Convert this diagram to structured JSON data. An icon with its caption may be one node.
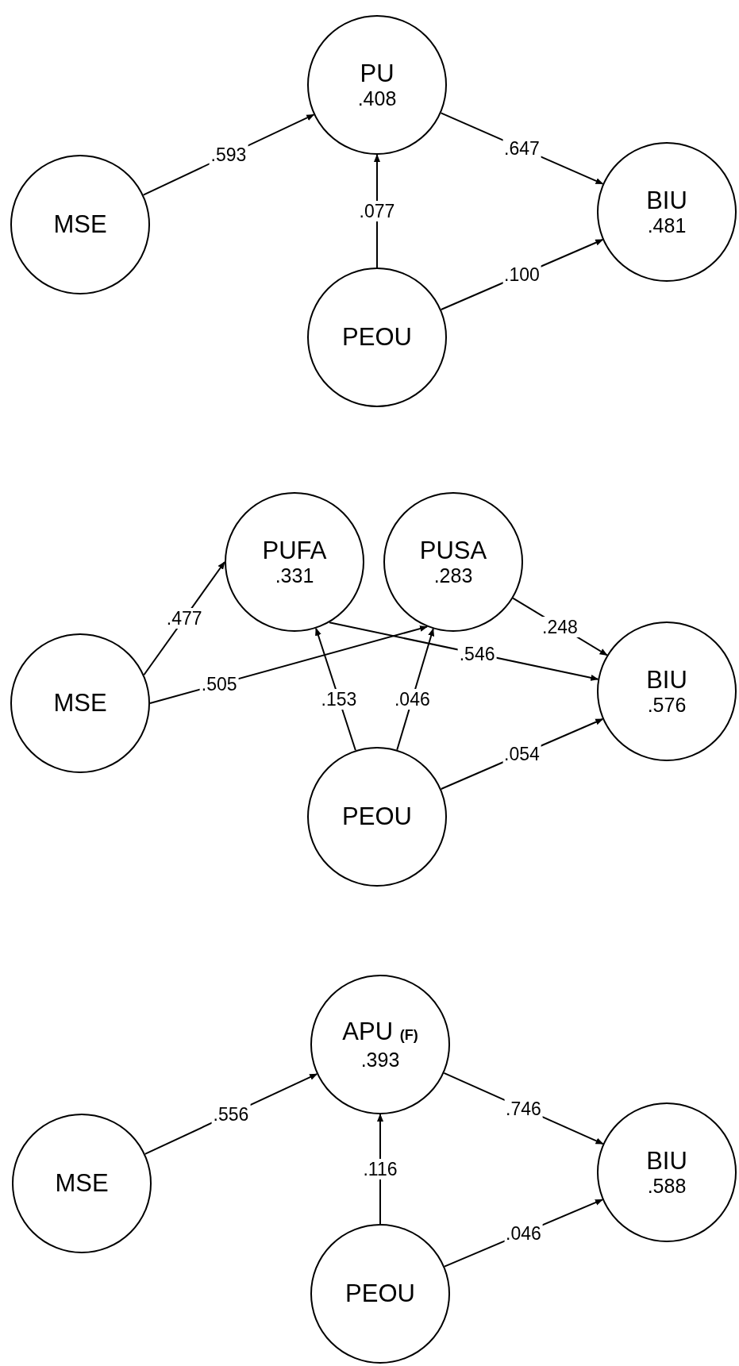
{
  "diagram": {
    "nodes": [
      {
        "text": [
          "PU",
          ".408"
        ]
      },
      {
        "text": [
          "MSE"
        ]
      },
      {
        "text": [
          "BIU",
          ".481"
        ]
      },
      {
        "text": [
          "PEOU"
        ]
      },
      {
        "text": [
          "PUFA",
          ".331"
        ]
      },
      {
        "text": [
          "PUSA",
          ".283"
        ]
      },
      {
        "text": [
          "MSE"
        ]
      },
      {
        "text": [
          "BIU",
          ".576"
        ]
      },
      {
        "text": [
          "PEOU"
        ]
      },
      {
        "text": [
          "APU **(F)**",
          ".393"
        ]
      },
      {
        "text": [
          "MSE"
        ]
      },
      {
        "text": [
          "BIU",
          ".588"
        ]
      },
      {
        "text": [
          "PEOU"
        ]
      }
    ],
    "edges": [
      {
        "from": 1,
        "to": 0,
        "arrow": "to",
        "label": ".593"
      },
      {
        "from": 3,
        "to": 0,
        "arrow": "to",
        "label": ".077"
      },
      {
        "from": 0,
        "to": 2,
        "arrow": "to",
        "label": ".647"
      },
      {
        "from": 3,
        "to": 2,
        "arrow": "to",
        "label": ".100"
      },
      {
        "from": 6,
        "to": 4,
        "arrow": "to",
        "label": ".477"
      },
      {
        "from": 6,
        "to": 5,
        "arrow": "to",
        "label": ".505"
      },
      {
        "from": 4,
        "to": 7,
        "arrow": "to",
        "label": ".546"
      },
      {
        "from": 8,
        "to": 4,
        "arrow": "to",
        "label": ".153"
      },
      {
        "from": 8,
        "to": 5,
        "arrow": "to",
        "label": ".046"
      },
      {
        "from": 5,
        "to": 7,
        "arrow": "to",
        "label": ".248"
      },
      {
        "from": 8,
        "to": 7,
        "arrow": "to",
        "label": ".054"
      },
      {
        "from": 10,
        "to": 9,
        "arrow": "to",
        "label": ".556"
      },
      {
        "from": 12,
        "to": 9,
        "arrow": "to",
        "label": ".116"
      },
      {
        "from": 9,
        "to": 11,
        "arrow": "to",
        "label": ".746"
      },
      {
        "from": 12,
        "to": 11,
        "arrow": "to",
        "label": ".046"
      }
    ]
  }
}
